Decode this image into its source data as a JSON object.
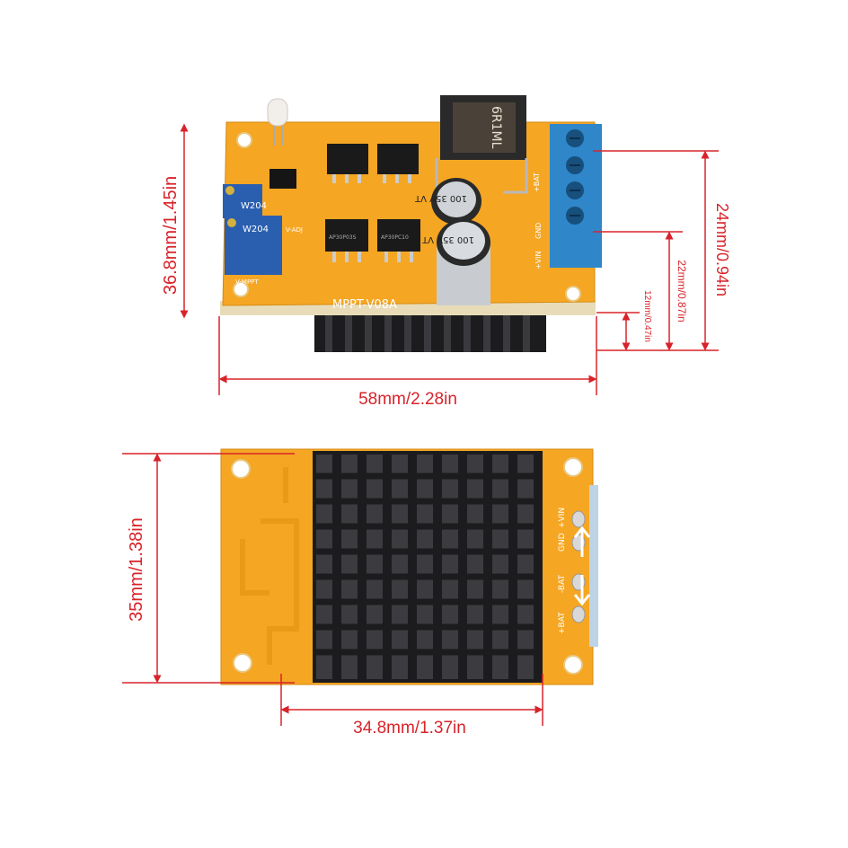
{
  "colors": {
    "dimension_red": "#d8232a",
    "pcb_yellow": "#f5a623",
    "heatsink_black": "#1c1c1e",
    "terminal_blue": "#2f86c9",
    "trimpot_blue": "#2a5fb0"
  },
  "top_view": {
    "board_label": "MPPT-V08A",
    "terminal_labels": [
      "+BAT",
      "GND",
      "+VIN"
    ],
    "potentiometer_labels": [
      "W204",
      "W204"
    ],
    "pot_labels": [
      "V-ADJ",
      "V-MPPT"
    ],
    "capacitor_labels": [
      "100 35V VT",
      "100 35V VT"
    ],
    "inductor_label": "6R1ML",
    "mosfet_labels": [
      "AP30P03S",
      "AP30PC10"
    ],
    "dims": {
      "height": "36.8mm/1.45in",
      "width": "58mm/2.28in",
      "terminal_height": "24mm/0.94in",
      "terminal_to_bottom": "22mm/0.87in",
      "heatsink_height": "12mm/0.47in"
    }
  },
  "bottom_view": {
    "terminal_labels": [
      "+VIN",
      "GND",
      "-BAT",
      "+BAT"
    ],
    "dims": {
      "height": "35mm/1.38in",
      "width": "34.8mm/1.37in"
    }
  }
}
